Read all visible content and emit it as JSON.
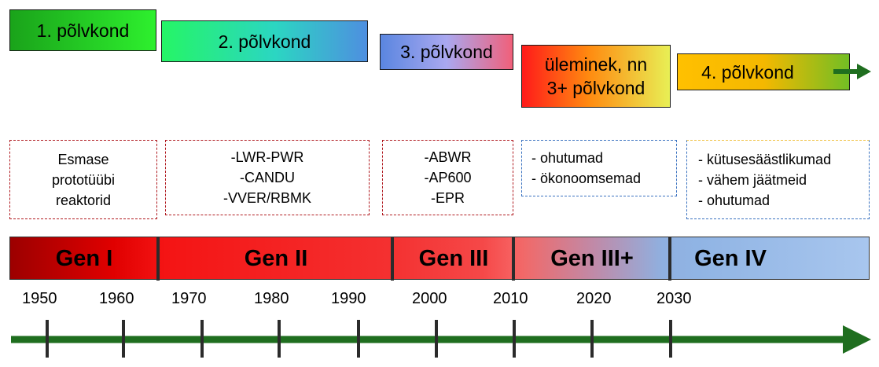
{
  "generations": [
    {
      "label": "1. põlvkond"
    },
    {
      "label": "2. põlvkond"
    },
    {
      "label": "3. põlvkond"
    },
    {
      "label_lines": [
        "üleminek, nn",
        "3+ põlvkond"
      ]
    },
    {
      "label": "4. põlvkond"
    }
  ],
  "descriptions": [
    {
      "lines": [
        "Esmase",
        "prototüübi",
        "reaktorid"
      ]
    },
    {
      "lines": [
        "-LWR-PWR",
        "-CANDU",
        "-VVER/RBMK"
      ]
    },
    {
      "lines": [
        "-ABWR",
        "-AP600",
        "-EPR"
      ]
    },
    {
      "lines": [
        "- ohutumad",
        "- ökonoomsemad"
      ]
    },
    {
      "lines": [
        "- kütusesäästlikumad",
        "- vähem jäätmeid",
        "- ohutumad"
      ]
    }
  ],
  "band": {
    "labels": [
      "Gen I",
      "Gen II",
      "Gen III",
      "Gen III+",
      "Gen IV"
    ]
  },
  "years": [
    "1950",
    "1960",
    "1970",
    "1980",
    "1990",
    "2000",
    "2010",
    "2020",
    "2030"
  ],
  "colors": {
    "arrow": "#1f6e1f",
    "tick": "#2b2b2b"
  }
}
